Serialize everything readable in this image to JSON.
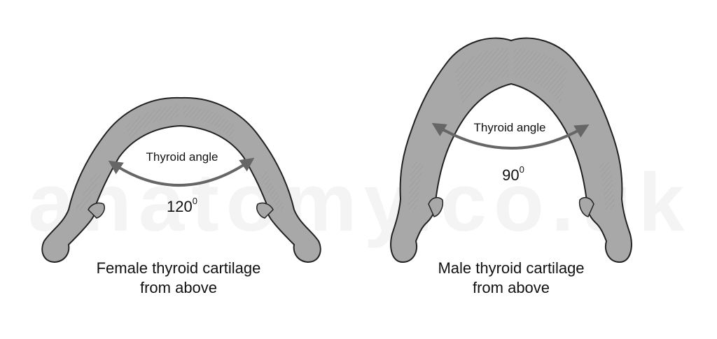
{
  "watermark": "anatomy.co.uk",
  "colors": {
    "cartilage_fill": "#a8a8a8",
    "cartilage_shade": "#959595",
    "outline": "#222222",
    "arrow": "#666666",
    "text": "#111111",
    "watermark": "#f4f4f4"
  },
  "figures": [
    {
      "id": "female",
      "angle_label": "Thyroid angle",
      "angle_value": "120",
      "angle_unit": "0",
      "caption_line1": "Female thyroid cartilage",
      "caption_line2": "from above"
    },
    {
      "id": "male",
      "angle_label": "Thyroid angle",
      "angle_value": "90",
      "angle_unit": "0",
      "caption_line1": "Male thyroid cartilage",
      "caption_line2": "from above"
    }
  ]
}
